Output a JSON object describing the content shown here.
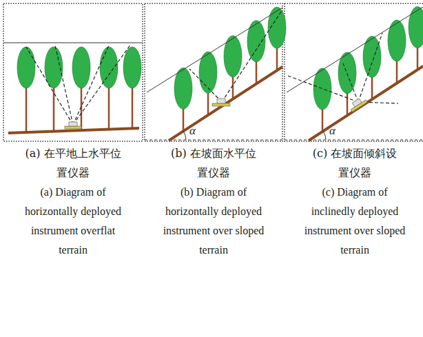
{
  "diagram": {
    "labels": [
      "(a) 在平地上水平位置仪器",
      "(a) Diagram of horizontally deployed instrument overflat terrain",
      "(b) 在坡面水平位置仪器",
      "(b) Diagram of horizontally deployed instrument over sloped terrain",
      "(c) 在坡面倾斜设置仪器",
      "(c) Diagram of inclinedly deployed instrument over sloped terrain",
      "α",
      "α"
    ]
  }
}
